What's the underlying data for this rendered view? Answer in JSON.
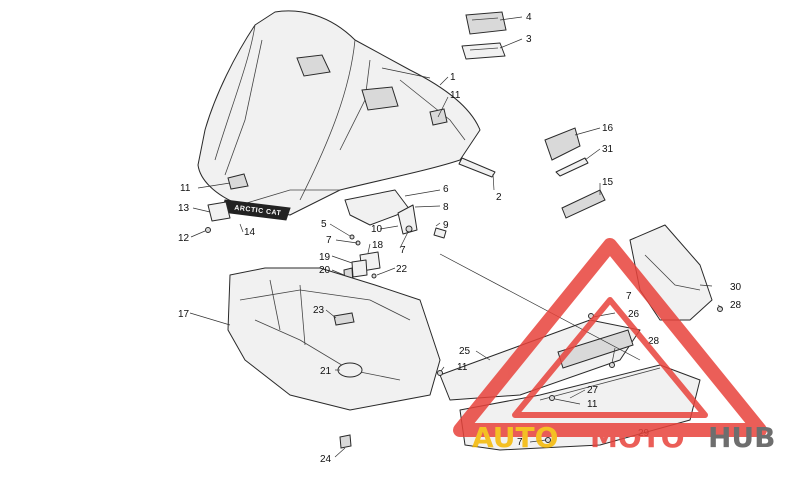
{
  "callouts": [
    {
      "id": "c4",
      "text": "4"
    },
    {
      "id": "c3",
      "text": "3"
    },
    {
      "id": "c1",
      "text": "1"
    },
    {
      "id": "c11a",
      "text": "11"
    },
    {
      "id": "c16",
      "text": "16"
    },
    {
      "id": "c31",
      "text": "31"
    },
    {
      "id": "c2",
      "text": "2"
    },
    {
      "id": "c15",
      "text": "15"
    },
    {
      "id": "c11b",
      "text": "11"
    },
    {
      "id": "c6",
      "text": "6"
    },
    {
      "id": "c13",
      "text": "13"
    },
    {
      "id": "c8",
      "text": "8"
    },
    {
      "id": "c12",
      "text": "12"
    },
    {
      "id": "c14",
      "text": "14"
    },
    {
      "id": "c5",
      "text": "5"
    },
    {
      "id": "c10",
      "text": "10"
    },
    {
      "id": "c9",
      "text": "9"
    },
    {
      "id": "c7a",
      "text": "7"
    },
    {
      "id": "c18",
      "text": "18"
    },
    {
      "id": "c7b",
      "text": "7"
    },
    {
      "id": "c19",
      "text": "19"
    },
    {
      "id": "c20",
      "text": "20"
    },
    {
      "id": "c22",
      "text": "22"
    },
    {
      "id": "c30",
      "text": "30"
    },
    {
      "id": "c28a",
      "text": "28"
    },
    {
      "id": "c7c",
      "text": "7"
    },
    {
      "id": "c17",
      "text": "17"
    },
    {
      "id": "c23",
      "text": "23"
    },
    {
      "id": "c26",
      "text": "26"
    },
    {
      "id": "c28b",
      "text": "28"
    },
    {
      "id": "c25",
      "text": "25"
    },
    {
      "id": "c11c",
      "text": "11"
    },
    {
      "id": "c21",
      "text": "21"
    },
    {
      "id": "c27",
      "text": "27"
    },
    {
      "id": "c11d",
      "text": "11"
    },
    {
      "id": "c7d",
      "text": "7"
    },
    {
      "id": "c29",
      "text": "29"
    },
    {
      "id": "c24",
      "text": "24"
    }
  ],
  "decal_text": "ARCTIC CAT",
  "watermark": {
    "auto": "AUTO",
    "moto": "MOTO",
    "hub": "HUB",
    "color_auto": "#f5b800",
    "color_moto": "#e8433b",
    "color_hub": "#555555",
    "triangle_color": "#e8433b"
  }
}
